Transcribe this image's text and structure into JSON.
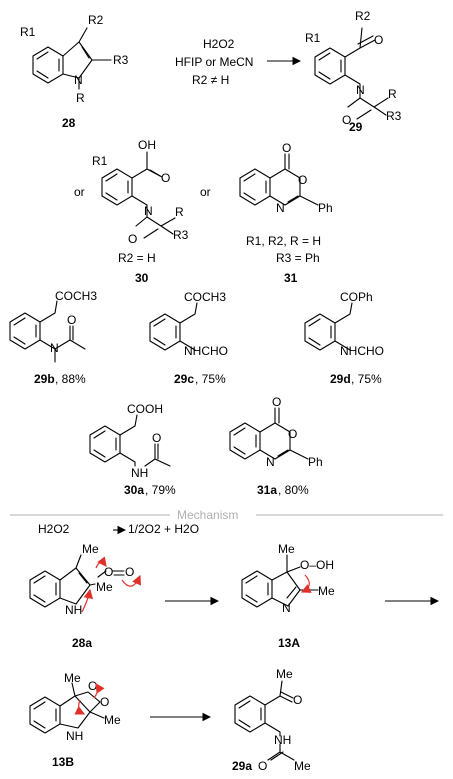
{
  "reaction": {
    "reagent_line1": "H2O2",
    "reagent_line2": "HFIP or MeCN",
    "reagent_line3": "R2 ≠ H",
    "start_label": "28",
    "product_label": "29",
    "or_left": "or",
    "or_right": "or",
    "label_30": "30",
    "label_31": "31",
    "cond_30": "R2 = H",
    "cond_31_line1": "R1, R2, R = H",
    "cond_31_line2": "R3 = Ph"
  },
  "substituents": {
    "R": "R",
    "R1": "R1",
    "R2": "R2",
    "R3": "R3",
    "N": "N",
    "O": "O",
    "OH": "OH",
    "Ph": "Ph",
    "Me": "Me",
    "NH": "NH",
    "H": "H"
  },
  "examples": [
    {
      "label": "29b",
      "yield": ", 88%",
      "group": "COCH3"
    },
    {
      "label": "29c",
      "yield": ", 75%",
      "group": "COCH3",
      "nsub": "NHCHO"
    },
    {
      "label": "29d",
      "yield": ", 75%",
      "group": "COPh",
      "nsub": "NHCHO"
    },
    {
      "label": "30a",
      "yield": ", 79%",
      "group": "COOH"
    },
    {
      "label": "31a",
      "yield": ", 80%"
    }
  ],
  "mechanism": {
    "title": "Mechanism",
    "eq_left": "H2O2",
    "eq_right": "1/2O2  +  H2O",
    "label_28a": "28a",
    "label_13A": "13A",
    "label_13B": "13B",
    "label_29a": "29a",
    "OOH": "O–OH"
  }
}
